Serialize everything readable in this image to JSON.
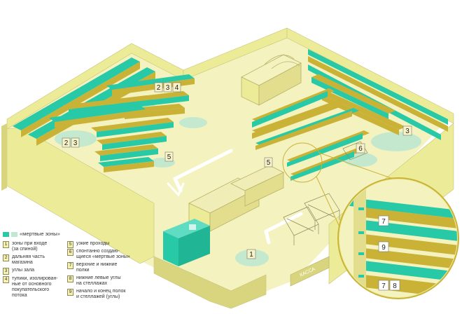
{
  "colors": {
    "wall": "#ecec98",
    "wall_side": "#d9d57e",
    "floor": "#f4f2bf",
    "teal": "#27c9a7",
    "shelf": "#c9b236",
    "shelf_dark": "#a8922a",
    "dead_zone": "#bfe8d0",
    "tag_fill": "#f8f4c8",
    "path_arrow": "#ffffff"
  },
  "markers": {
    "m234": [
      "2",
      "3",
      "4"
    ],
    "m23": [
      "2",
      "3"
    ],
    "m5a": "5",
    "m5b": "5",
    "m6": "6",
    "m3": "3",
    "m1": "1",
    "zoom_7": "7",
    "zoom_9": "9",
    "zoom_78": [
      "7",
      "8"
    ]
  },
  "register_label": "КАССА",
  "legend": {
    "title": "«мертвые зоны»",
    "items": [
      {
        "n": "1",
        "text": "зоны при входе\n(за спиной)"
      },
      {
        "n": "2",
        "text": "дальняя часть\nмагазина"
      },
      {
        "n": "3",
        "text": "углы зала"
      },
      {
        "n": "4",
        "text": "тупики, изолирован-\nные от основного\nпокупательского\nпотока"
      },
      {
        "n": "5",
        "text": "узкие проходы"
      },
      {
        "n": "6",
        "text": "спонтанно создаю-\nщиеся «мертвые зоны»"
      },
      {
        "n": "7",
        "text": "верхние и нижние\nполки"
      },
      {
        "n": "8",
        "text": "нижние левые углы\nна стеллажах"
      },
      {
        "n": "9",
        "text": "начало и конец полок\nи стеллажей (углы)"
      }
    ]
  }
}
